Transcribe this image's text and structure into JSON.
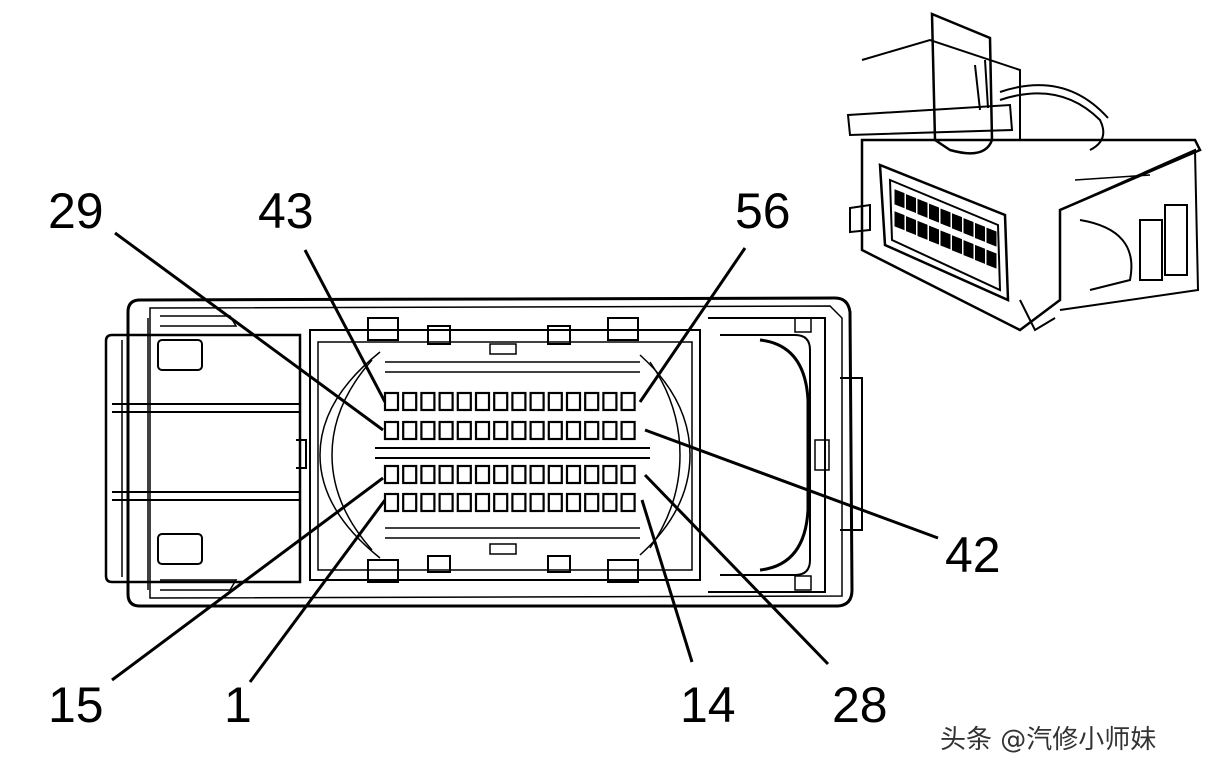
{
  "colors": {
    "ink": "#000000",
    "paper": "#ffffff",
    "watermark": "#333333"
  },
  "diagram": {
    "pin_rows": [
      {
        "row": 4,
        "first_pin": 43,
        "last_pin": 56,
        "count": 14
      },
      {
        "row": 3,
        "first_pin": 29,
        "last_pin": 42,
        "count": 14
      },
      {
        "row": 2,
        "first_pin": 15,
        "last_pin": 28,
        "count": 14
      },
      {
        "row": 1,
        "first_pin": 1,
        "last_pin": 14,
        "count": 14
      }
    ],
    "labels": {
      "pin29": "29",
      "pin43": "43",
      "pin56": "56",
      "pin42": "42",
      "pin15": "15",
      "pin1": "1",
      "pin14": "14",
      "pin28": "28"
    }
  },
  "watermark": {
    "text": "头条 @汽修小师妹"
  }
}
